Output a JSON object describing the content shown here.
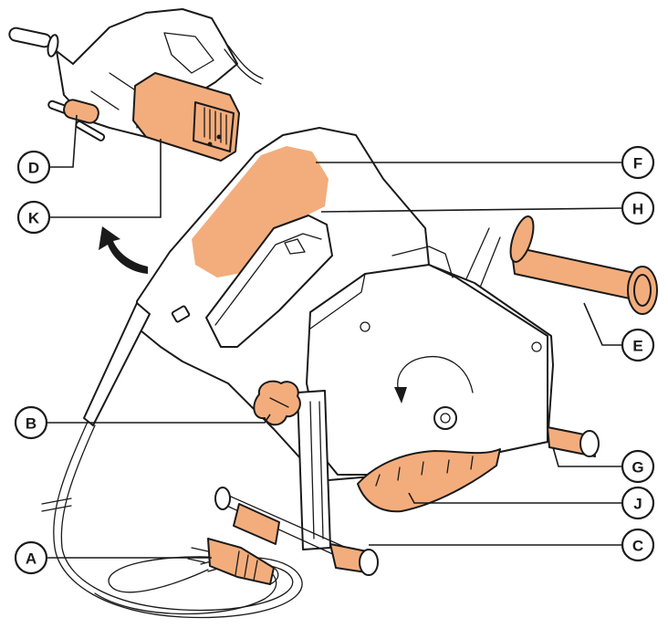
{
  "diagram": {
    "accent_color": "#f3ad7c",
    "accent_dark": "#d9824a",
    "line_color": "#1a1a1a",
    "body_color": "#ffffff",
    "callouts": [
      {
        "letter": "D"
      },
      {
        "letter": "K"
      },
      {
        "letter": "F"
      },
      {
        "letter": "H"
      },
      {
        "letter": "E"
      },
      {
        "letter": "B"
      },
      {
        "letter": "G"
      },
      {
        "letter": "J"
      },
      {
        "letter": "C"
      },
      {
        "letter": "A"
      }
    ],
    "icons": [
      "rotation-arrow-icon",
      "blade-direction-arrow-icon",
      "cable-break-mark-icon"
    ]
  }
}
